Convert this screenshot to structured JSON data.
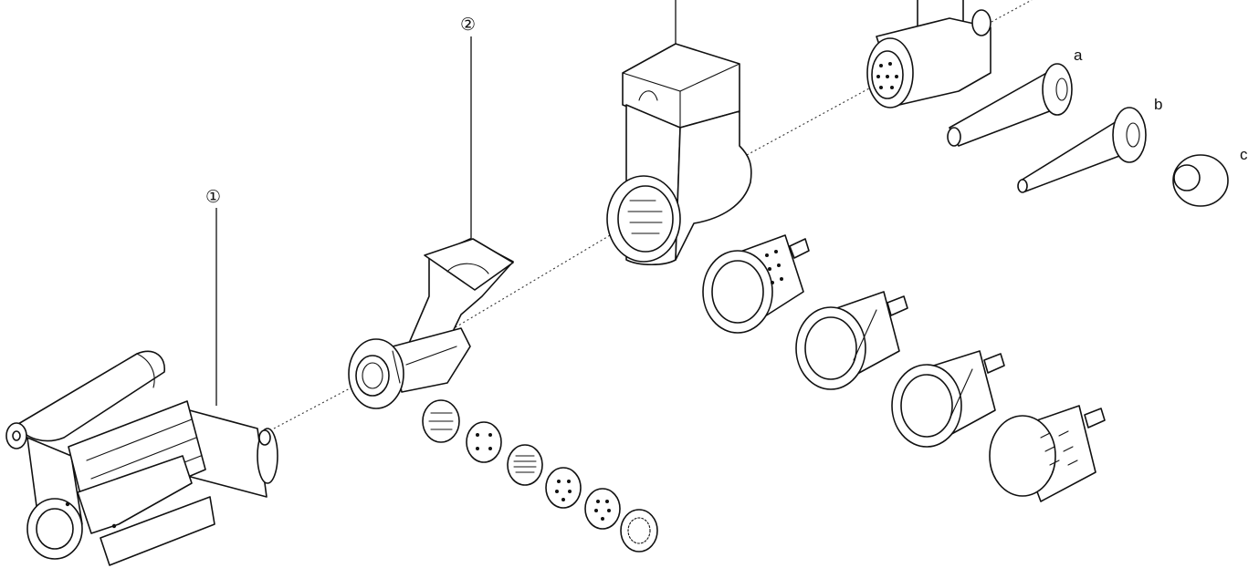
{
  "callouts": [
    {
      "id": "callout-1",
      "text": "①"
    },
    {
      "id": "callout-2",
      "text": "②"
    }
  ],
  "letters": [
    {
      "id": "letter-a",
      "text": "a"
    },
    {
      "id": "letter-b",
      "text": "b"
    },
    {
      "id": "letter-c",
      "text": "c"
    }
  ],
  "colors": {
    "ink": "#111111",
    "paper": "#ffffff"
  }
}
